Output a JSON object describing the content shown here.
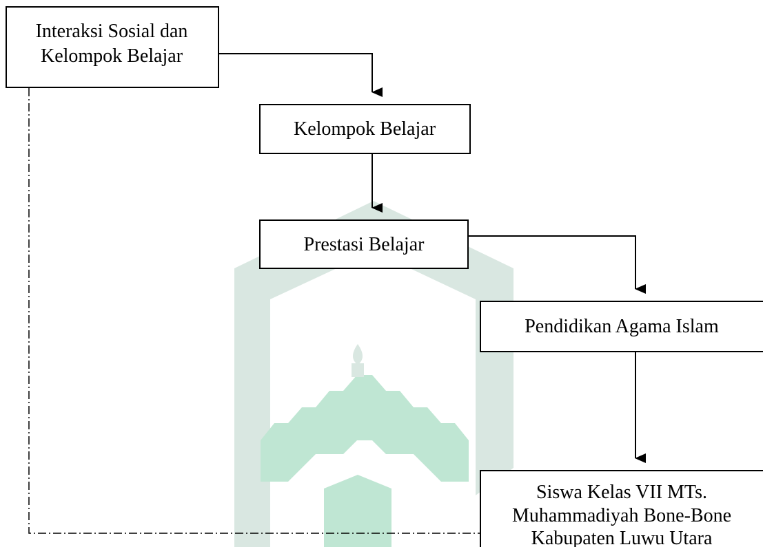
{
  "diagram": {
    "nodes": [
      {
        "id": "interaksi",
        "lines": [
          "Interaksi Sosial dan",
          "Kelompok Belajar"
        ]
      },
      {
        "id": "kelompok",
        "lines": [
          "Kelompok Belajar"
        ]
      },
      {
        "id": "prestasi",
        "lines": [
          "Prestasi Belajar"
        ]
      },
      {
        "id": "pai",
        "lines": [
          "Pendidikan Agama Islam"
        ]
      },
      {
        "id": "siswa",
        "lines": [
          "Siswa Kelas VII MTs.",
          "Muhammadiyah Bone-Bone",
          "Kabupaten Luwu Utara"
        ]
      }
    ],
    "edges": [
      {
        "from": "interaksi",
        "to": "kelompok",
        "style": "solid-arrow"
      },
      {
        "from": "kelompok",
        "to": "prestasi",
        "style": "solid-arrow"
      },
      {
        "from": "prestasi",
        "to": "pai",
        "style": "solid-arrow"
      },
      {
        "from": "pai",
        "to": "siswa",
        "style": "solid-arrow"
      },
      {
        "from": "interaksi",
        "to": "siswa",
        "style": "dash-dot"
      }
    ]
  },
  "colors": {
    "line": "#000000",
    "watermark": "#d9e7e1",
    "watermark_accent": "#bfe6d3"
  }
}
